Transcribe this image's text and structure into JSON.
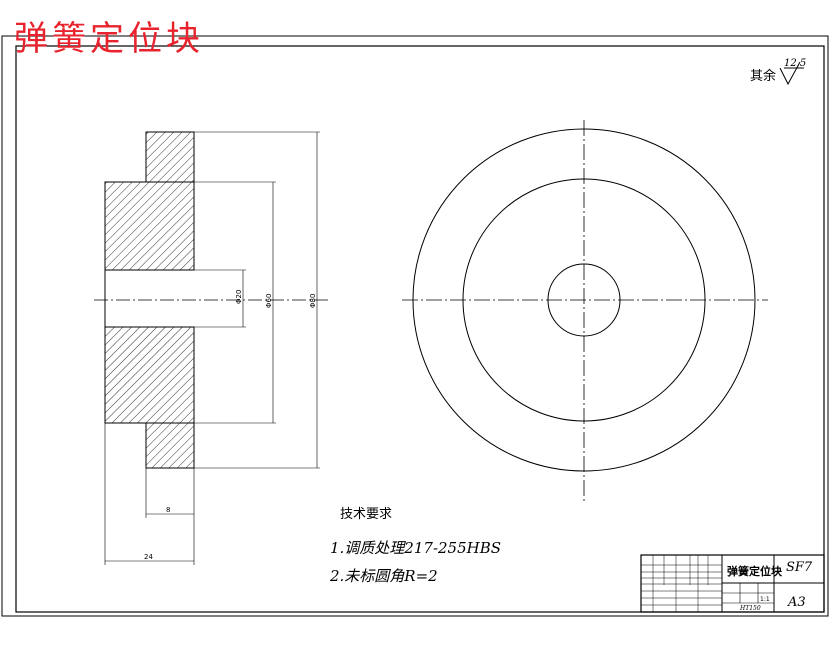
{
  "title": "弹簧定位块",
  "surface_finish": {
    "label": "其余",
    "value": "12.5"
  },
  "dimensions": {
    "d_small": "Φ20",
    "d_mid": "Φ60",
    "d_large": "Φ80",
    "len_a": "8",
    "len_b": "24"
  },
  "tech_requirements": {
    "heading": "技术要求",
    "items": [
      "1.调质处理217-255HBS",
      "2.未标圆角R=2"
    ]
  },
  "title_block": {
    "part_name": "弹簧定位块",
    "code": "SF7",
    "sheet_size": "A3",
    "scale": "1:1",
    "material": "HT150"
  }
}
